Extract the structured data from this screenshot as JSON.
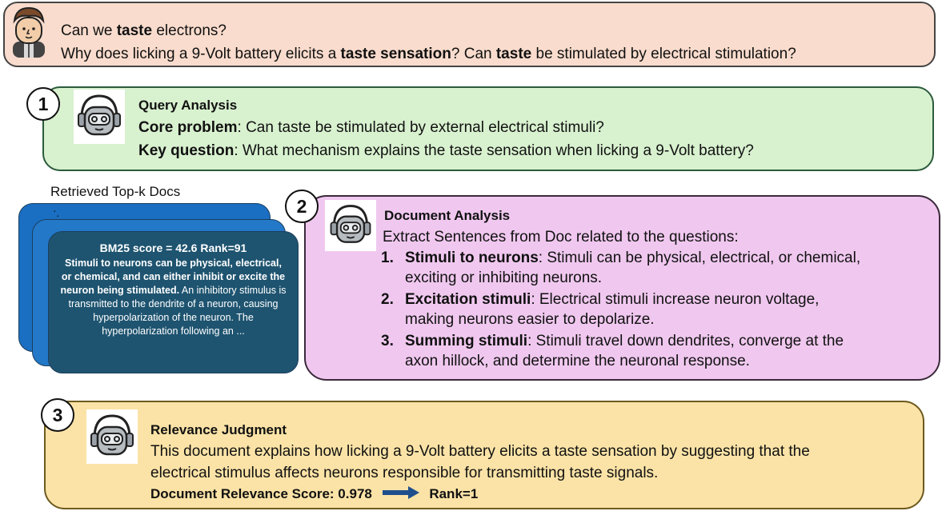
{
  "query": {
    "line1": {
      "a": "Can we ",
      "b": "taste",
      "c": " electrons?"
    },
    "line2": {
      "a": "Why does licking a 9-Volt battery elicits a ",
      "b": "taste sensation",
      "c": "? Can ",
      "d": "taste",
      "e": " be stimulated by electrical stimulation?"
    }
  },
  "step1": {
    "number": "1",
    "title": "Query Analysis",
    "core_label": "Core problem",
    "core_text": ": Can taste be stimulated by external electrical stimuli?",
    "key_label": "Key question",
    "key_text": ": What mechanism explains the taste sensation when licking a 9-Volt battery?"
  },
  "docs": {
    "header": "Retrieved Top-k Docs",
    "card_title": "BM25 score = 42.6 Rank=91",
    "bold_text": "Stimuli to neurons can be physical, electrical, or chemical, and can either inhibit or excite the neuron being stimulated.",
    "normal_text": " An inhibitory stimulus is transmitted to the dendrite of a neuron, causing hyperpolarization of the neuron. The hyperpolarization following an ..."
  },
  "step2": {
    "number": "2",
    "title": "Document Analysis",
    "intro": "Extract Sentences from Doc related to the questions:",
    "items": [
      {
        "n": "1.",
        "label": "Stimuli to neurons",
        "text": ": Stimuli can be physical, electrical, or chemical,",
        "cont": "exciting or inhibiting neurons."
      },
      {
        "n": "2.",
        "label": "Excitation stimuli",
        "text": ": Electrical stimuli increase neuron voltage,",
        "cont": "making neurons easier to depolarize."
      },
      {
        "n": "3.",
        "label": "Summing stimuli",
        "text": ": Stimuli travel down dendrites, converge at the",
        "cont": "axon hillock, and determine the neuronal response."
      }
    ]
  },
  "step3": {
    "number": "3",
    "title": "Relevance Judgment",
    "line1": "This document explains how licking a 9-Volt battery elicits a taste sensation by suggesting that the",
    "line2": "electrical stimulus affects neurons responsible for transmitting taste signals.",
    "score_label": "Document Relevance Score: 0.978",
    "rank_label": "Rank=1"
  },
  "colors": {
    "query_bg": "#f9dccd",
    "step1_bg": "#d8f1cf",
    "step2_bg": "#f0c8ef",
    "step3_bg": "#fbe3a7",
    "doc_front": "#1e5470",
    "arrow": "#1f4e8c"
  },
  "icons": {
    "user": "user-avatar-icon",
    "robot": "robot-icon",
    "arrow": "right-arrow-icon"
  }
}
